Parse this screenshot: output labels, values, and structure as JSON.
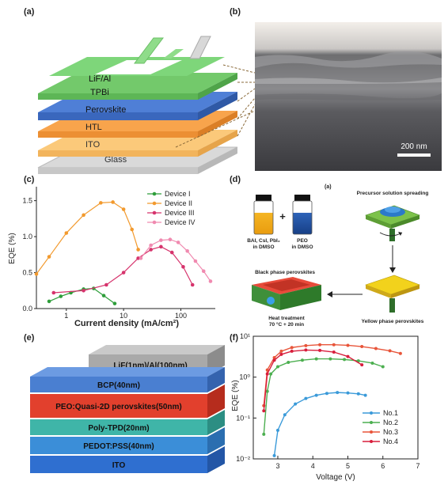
{
  "panels": {
    "a": {
      "label": "(a)",
      "layers": [
        "LiF/Al",
        "TPBi",
        "Perovskite",
        "HTL",
        "ITO",
        "Glass"
      ]
    },
    "b": {
      "label": "(b)",
      "scale_bar": "200 nm"
    },
    "c": {
      "label": "(c)",
      "chart_data": {
        "type": "line",
        "xlabel": "Current density (mA/cm²)",
        "ylabel": "EQE (%)",
        "xscale": "log",
        "xlim": [
          0.3,
          400
        ],
        "ylim": [
          0,
          1.65
        ],
        "xticks": [
          "1",
          "10",
          "100"
        ],
        "yticks": [
          "0.0",
          "0.5",
          "1.0",
          "1.5"
        ],
        "legend_position": "top-right",
        "series": [
          {
            "name": "Device I",
            "color": "#2e9e3a",
            "x": [
              0.5,
              0.8,
              1.2,
              2.0,
              3.0,
              4.5,
              7.0
            ],
            "y": [
              0.1,
              0.17,
              0.22,
              0.27,
              0.28,
              0.18,
              0.07
            ]
          },
          {
            "name": "Device II",
            "color": "#f29a2e",
            "x": [
              0.3,
              0.5,
              1.0,
              2.0,
              4.0,
              6.5,
              10,
              14,
              18
            ],
            "y": [
              0.48,
              0.72,
              1.05,
              1.3,
              1.47,
              1.48,
              1.38,
              1.1,
              0.82
            ]
          },
          {
            "name": "Device III",
            "color": "#d6336c",
            "x": [
              0.6,
              2,
              5,
              10,
              18,
              30,
              45,
              70,
              110,
              160
            ],
            "y": [
              0.22,
              0.25,
              0.33,
              0.5,
              0.7,
              0.82,
              0.86,
              0.78,
              0.58,
              0.33
            ]
          },
          {
            "name": "Device IV",
            "color": "#f08ab0",
            "x": [
              20,
              30,
              45,
              65,
              90,
              130,
              180,
              250,
              330
            ],
            "y": [
              0.7,
              0.88,
              0.95,
              0.96,
              0.92,
              0.8,
              0.66,
              0.52,
              0.38
            ]
          }
        ]
      }
    },
    "d": {
      "label": "(d)",
      "sub_label": "(a)",
      "vial1": "BAI, CsI, PbI₂\nin DMSO",
      "plus": "+",
      "vial2": "PEO\nin DMSO",
      "step1": "Precursor solution spreading",
      "step2": "Yellow phase perovskites",
      "step3": "Heat treatment\n70 °C + 20 min",
      "step4": "Black phase perovskites"
    },
    "e": {
      "label": "(e)",
      "layers": [
        "LiF(1nm)/Al(100nm)",
        "BCP(40nm)",
        "PEO:Quasi-2D perovskites(50nm)",
        "Poly-TPD(20nm)",
        "PEDOT:PSS(40nm)",
        "ITO"
      ]
    },
    "f": {
      "label": "(f)",
      "chart_data": {
        "type": "line",
        "xlabel": "Voltage (V)",
        "ylabel": "EQE (%)",
        "yscale": "log",
        "xlim": [
          2.3,
          7
        ],
        "ylim": [
          0.01,
          10
        ],
        "xticks": [
          "3",
          "4",
          "5",
          "6",
          "7"
        ],
        "yticks": [
          "10⁻²",
          "10⁻¹",
          "10⁰",
          "10¹"
        ],
        "legend_position": "bottom-right",
        "series": [
          {
            "name": "No.1",
            "color": "#3a9ad9",
            "x": [
              2.9,
              3.0,
              3.2,
              3.5,
              3.8,
              4.1,
              4.4,
              4.7,
              5.0,
              5.3,
              5.5
            ],
            "y": [
              0.012,
              0.05,
              0.12,
              0.22,
              0.3,
              0.36,
              0.4,
              0.42,
              0.41,
              0.39,
              0.36
            ]
          },
          {
            "name": "No.2",
            "color": "#4caf50",
            "x": [
              2.6,
              2.7,
              2.8,
              3.0,
              3.3,
              3.7,
              4.1,
              4.5,
              4.9,
              5.3,
              5.7,
              6.0
            ],
            "y": [
              0.04,
              0.45,
              1.2,
              1.8,
              2.3,
              2.6,
              2.8,
              2.8,
              2.7,
              2.5,
              2.2,
              1.8
            ]
          },
          {
            "name": "No.3",
            "color": "#e8553a",
            "x": [
              2.6,
              2.7,
              2.9,
              3.1,
              3.4,
              3.8,
              4.2,
              4.6,
              5.0,
              5.4,
              5.8,
              6.2,
              6.5
            ],
            "y": [
              0.2,
              1.5,
              3.0,
              4.3,
              5.3,
              5.9,
              6.2,
              6.2,
              6.0,
              5.6,
              5.0,
              4.4,
              3.8
            ]
          },
          {
            "name": "No.4",
            "color": "#d81e3c",
            "x": [
              2.6,
              2.7,
              2.9,
              3.1,
              3.4,
              3.8,
              4.2,
              4.6,
              5.0,
              5.4
            ],
            "y": [
              0.15,
              1.2,
              2.6,
              3.6,
              4.3,
              4.6,
              4.5,
              4.1,
              3.2,
              2.0
            ]
          }
        ]
      }
    }
  }
}
